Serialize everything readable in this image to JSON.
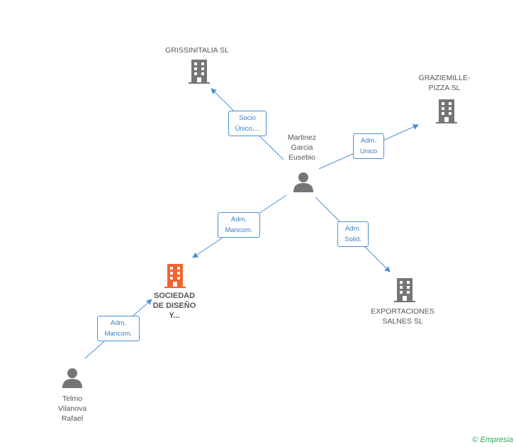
{
  "nodes": {
    "grissinitalia": {
      "label": "GRISSINITALIA SL"
    },
    "graziemille": {
      "label": "GRAZIEMILLE-\nPIZZA SL"
    },
    "martinez": {
      "label": "Martinez\nGarcia\nEusebio"
    },
    "sociedad": {
      "label": "SOCIEDAD\nDE DISEÑO\nY..."
    },
    "exportaciones": {
      "label": "EXPORTACIONES\nSALNES SL"
    },
    "telmo": {
      "label": "Telmo\nVilanova\nRafael"
    }
  },
  "edges": {
    "socio_unico": "Socio\nÚnico,...",
    "adm_unico": "Adm.\nUnico",
    "adm_mancom_1": "Adm.\nMancom.",
    "adm_solid": "Adm.\nSolid.",
    "adm_mancom_2": "Adm.\nMancom."
  },
  "colors": {
    "edge": "#4a90d9",
    "company": "#757575",
    "main_company": "#f26430",
    "person": "#757575"
  },
  "footer": {
    "copyright": "©",
    "brand": "Empresia"
  }
}
